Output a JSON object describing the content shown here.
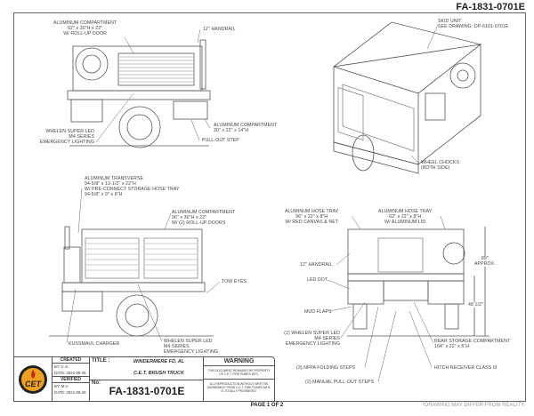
{
  "document_number": "FA-1831-0701E",
  "side_view_1": {
    "labels": {
      "compartment": [
        "ALUMINUM COMPARTMENT",
        "62\" x 30\"H x 22\"",
        "W/ ROLL-UP DOOR"
      ],
      "handrail": "12\" HANDRAIL",
      "side_compartment": [
        "ALUMINUM COMPARTMENT",
        "30\" x 22\" x 14\"H"
      ],
      "pull_out_step": "PULL-OUT STEP",
      "lighting": [
        "WHELEN SUPER LED",
        "M4 SERIES",
        "EMERGENCY LIGHTING"
      ]
    }
  },
  "iso_view": {
    "labels": {
      "skid_unit": [
        "SKID UNIT",
        "SEE DRAWING: DP-6101-0701E"
      ],
      "wheel_chocks": [
        "WHEEL CHOCKS",
        "(BOTH SIDE)"
      ]
    }
  },
  "side_view_2": {
    "labels": {
      "transverse": [
        "ALUMINUM TRANSVERSE",
        "94-5/8\" x 13-1/2\" x 22\"H",
        "W/ PRE-CONNECT STORAGE HOSE TRAY",
        "94-5/8\" x 9\" x 8\"H"
      ],
      "compartment": [
        "ALUMINUM COMPARTMENT",
        "96\" x 30\"H x 22\"",
        "W/ (2) ROLL-UP DOORS"
      ],
      "tow_eyes": "TOW EYES",
      "charger": "KUSSMAUL CHARGER",
      "lighting": [
        "WHELEN SUPER LED",
        "M4 SERIES",
        "EMERGENCY LIGHTING"
      ]
    }
  },
  "rear_view": {
    "labels": {
      "hose_tray_1": [
        "ALUMINUM HOSE TRAY",
        "96\" x 22\" x 8\"H",
        "W/ RED CANVAS & NET"
      ],
      "hose_tray_2": [
        "ALUMINUM HOSE TRAY",
        "62\" x 22\" x 8\"H",
        "W/ ALUMINUM LID"
      ],
      "height": [
        "89\"",
        "APPROX."
      ],
      "handrail": "12\" HANDRAIL",
      "led_dot": "LED DOT",
      "bed_height": "48 1/2\"",
      "mud_flaps": "MUD FLAPS",
      "lighting": [
        "(2) WHELEN SUPER LED",
        "M4 SERIES",
        "EMERGENCY LIGHTING"
      ],
      "rear_storage": [
        "REAR STORAGE COMPARTMENT",
        "104\" x 22\" x 5\"H"
      ],
      "folding_steps": "(3) NFPA FOLDING STEPS",
      "pull_out_steps": "(2) MANUAL PULL-OUT STEPS",
      "hitch": "HITCH RECEIVER CLASS III"
    }
  },
  "title_block": {
    "logo_text": "CET",
    "created_header": "CREATED",
    "created_by": "BY: C.S.",
    "created_date": "DATE: 2021-08-26",
    "verified_header": "VERIFIED",
    "verified_by": "BY: M.V.",
    "verified_date": "DATE: 2021-08-26",
    "title_label": "TITLE :",
    "title_line1": "WINDERMERE FD, AL",
    "title_line2": "C.E.T. BRUSH TRUCK",
    "no_label": "No:",
    "number": "FA-1831-0701E",
    "warning_header": "WARNING",
    "warning_text1": "THIS DOCUMENT REMAINS THE PROPERTY OF C.E.T. FIRE PUMPS MFG.",
    "warning_text2": "ALL REPRODUCTION WITHOUT WRITTEN AGREEMENT FROM C.E.T. FIRE PUMPS MFG. IS TOTALLY PROHIBITED."
  },
  "footer": {
    "page": "PAGE 1 OF 2",
    "note": "*DRAWING MAY DIFFER FROM REALITY."
  },
  "colors": {
    "line": "#555555",
    "logo_orange": "#f0a020",
    "logo_red": "#c0301a"
  }
}
